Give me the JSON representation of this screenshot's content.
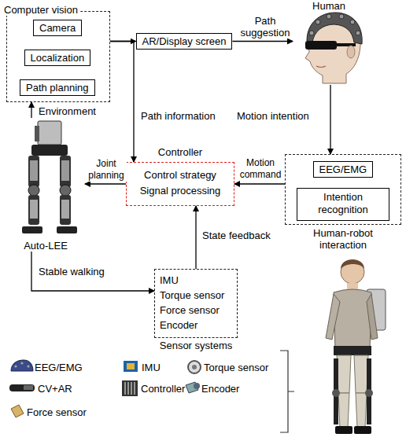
{
  "diagram": {
    "nodes": [
      {
        "text": [
          "Computer vision"
        ]
      },
      {
        "text": [
          "Camera"
        ],
        "in": 0
      },
      {
        "text": [
          "Localization"
        ],
        "in": 0
      },
      {
        "text": [
          "Path planning"
        ],
        "in": 0
      },
      {
        "text": [
          "AR/Display screen"
        ]
      },
      {
        "text": [
          "Human"
        ]
      },
      {
        "text": [
          "Controller",
          "Control strategy Signal processing"
        ]
      },
      {
        "text": [
          "Human-robot interaction"
        ]
      },
      {
        "text": [
          "EEG/EMG"
        ],
        "in": 7
      },
      {
        "text": [
          "Intention recognition"
        ],
        "in": 7
      },
      {
        "text": [
          "IMU",
          "Torque sensor",
          "Force sensor",
          "Encoder",
          "Sensor systems"
        ]
      },
      {
        "text": [
          "Auto-LEE"
        ]
      }
    ],
    "edges": [
      {
        "from": 0,
        "to": 4,
        "arrow": "to"
      },
      {
        "from": 0,
        "to": 6,
        "label": "Path information",
        "arrow": "to"
      },
      {
        "from": 4,
        "to": 5,
        "label": "Path suggestion",
        "arrow": "to"
      },
      {
        "from": 5,
        "to": 7,
        "label": "Motion intention",
        "arrow": "to"
      },
      {
        "from": 7,
        "to": 6,
        "label": "Motion command",
        "arrow": "to"
      },
      {
        "from": 6,
        "to": 11,
        "label": "Joint planning",
        "arrow": "to"
      },
      {
        "from": 11,
        "to": 10,
        "label": "Stable walking",
        "arrow": "to"
      },
      {
        "from": 10,
        "to": 6,
        "label": "State feedback",
        "arrow": "to"
      },
      {
        "from": 11,
        "to": 0,
        "label": "Environment",
        "arrow": "to"
      }
    ],
    "legend": [
      {
        "text": "EEG/EMG"
      },
      {
        "text": "IMU"
      },
      {
        "text": "Torque sensor"
      },
      {
        "text": "CV+AR"
      },
      {
        "text": "Controller"
      },
      {
        "text": "Encoder"
      },
      {
        "text": "Force sensor"
      }
    ]
  }
}
